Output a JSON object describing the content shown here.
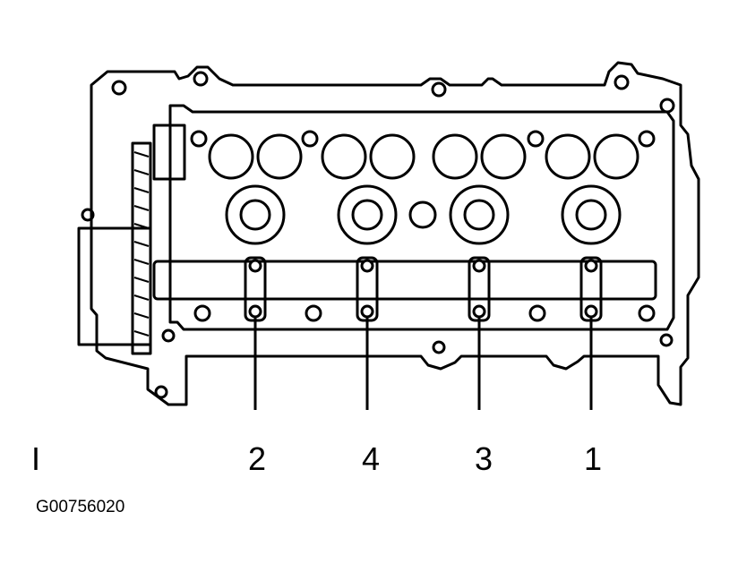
{
  "figure": {
    "cap_labels": [
      "2",
      "4",
      "3",
      "1"
    ],
    "figure_id": "G00756020",
    "side_mark": "I"
  },
  "colors": {
    "ink": "#000000",
    "paper": "#ffffff"
  }
}
